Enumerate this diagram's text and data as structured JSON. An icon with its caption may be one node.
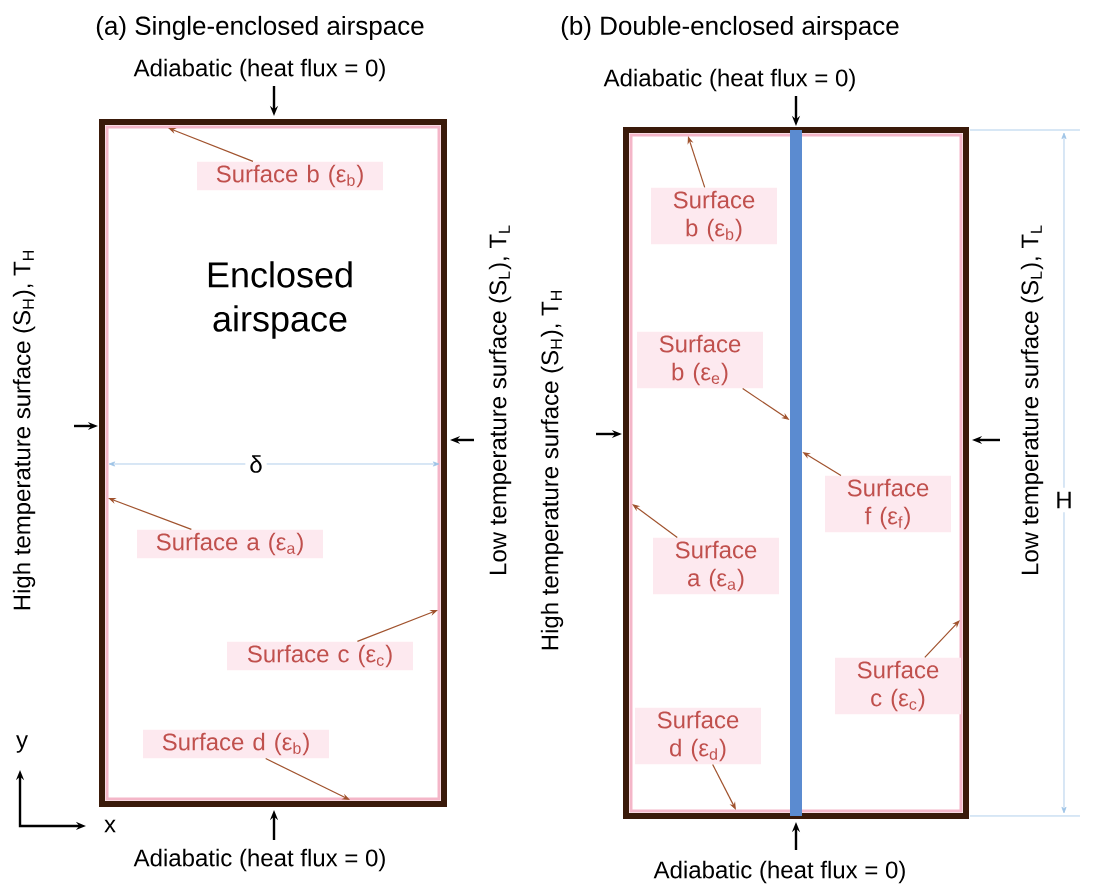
{
  "diagram": {
    "nodes": [
      {
        "text": [
          "Enclosed airspace"
        ]
      },
      {
        "text": [],
        "shape": "box"
      },
      {
        "text": [],
        "shape": "bar",
        "in": 1
      },
      {
        "text": [
          "Surface b (ε$_{b}$)"
        ],
        "in": 0
      },
      {
        "text": [
          "Surface a (ε$_{a}$)"
        ],
        "in": 0
      },
      {
        "text": [
          "Surface c (ε$_{c}$)"
        ],
        "in": 0
      },
      {
        "text": [
          "Surface d (ε$_{b}$)"
        ],
        "in": 0
      },
      {
        "text": [
          "Surface b (ε$_{b}$)"
        ],
        "in": 1
      },
      {
        "text": [
          "Surface b (ε$_{e}$)"
        ],
        "in": 1
      },
      {
        "text": [
          "Surface f (ε$_{f}$)"
        ],
        "in": 1
      },
      {
        "text": [
          "Surface a (ε$_{a}$)"
        ],
        "in": 1
      },
      {
        "text": [
          "Surface c (ε$_{c}$)"
        ],
        "in": 1
      },
      {
        "text": [
          "Surface d (ε$_{d}$)"
        ],
        "in": 1
      }
    ],
    "edges": [
      {
        "from": 3,
        "to": null,
        "arrow": "to"
      },
      {
        "from": 4,
        "to": null,
        "arrow": "to"
      },
      {
        "from": 5,
        "to": null,
        "arrow": "to"
      },
      {
        "from": 6,
        "to": null,
        "arrow": "to"
      },
      {
        "from": 7,
        "to": null,
        "arrow": "to"
      },
      {
        "from": 8,
        "to": 2,
        "arrow": "to"
      },
      {
        "from": 9,
        "to": 2,
        "arrow": "to"
      },
      {
        "from": 10,
        "to": null,
        "arrow": "to"
      },
      {
        "from": 11,
        "to": null,
        "arrow": "to"
      },
      {
        "from": 12,
        "to": null,
        "arrow": "to"
      }
    ],
    "labels": [
      "(a) Single-enclosed airspace",
      "(b) Double-enclosed airspace",
      "Adiabatic (heat flux = 0)",
      "Adiabatic (heat flux = 0)",
      "High temperature surface (S$_{H}$), T$_{H}$",
      "Low temperature surface (S$_{L}$), T$_{L}$",
      "High temperature surface (S$_{H}$), T$_{H}$",
      "Low temperature surface (S$_{L}$), T$_{L}$",
      "δ",
      "H",
      "y",
      "x",
      "Adiabatic (heat flux = 0)",
      "Adiabatic (heat flux = 0)"
    ]
  }
}
